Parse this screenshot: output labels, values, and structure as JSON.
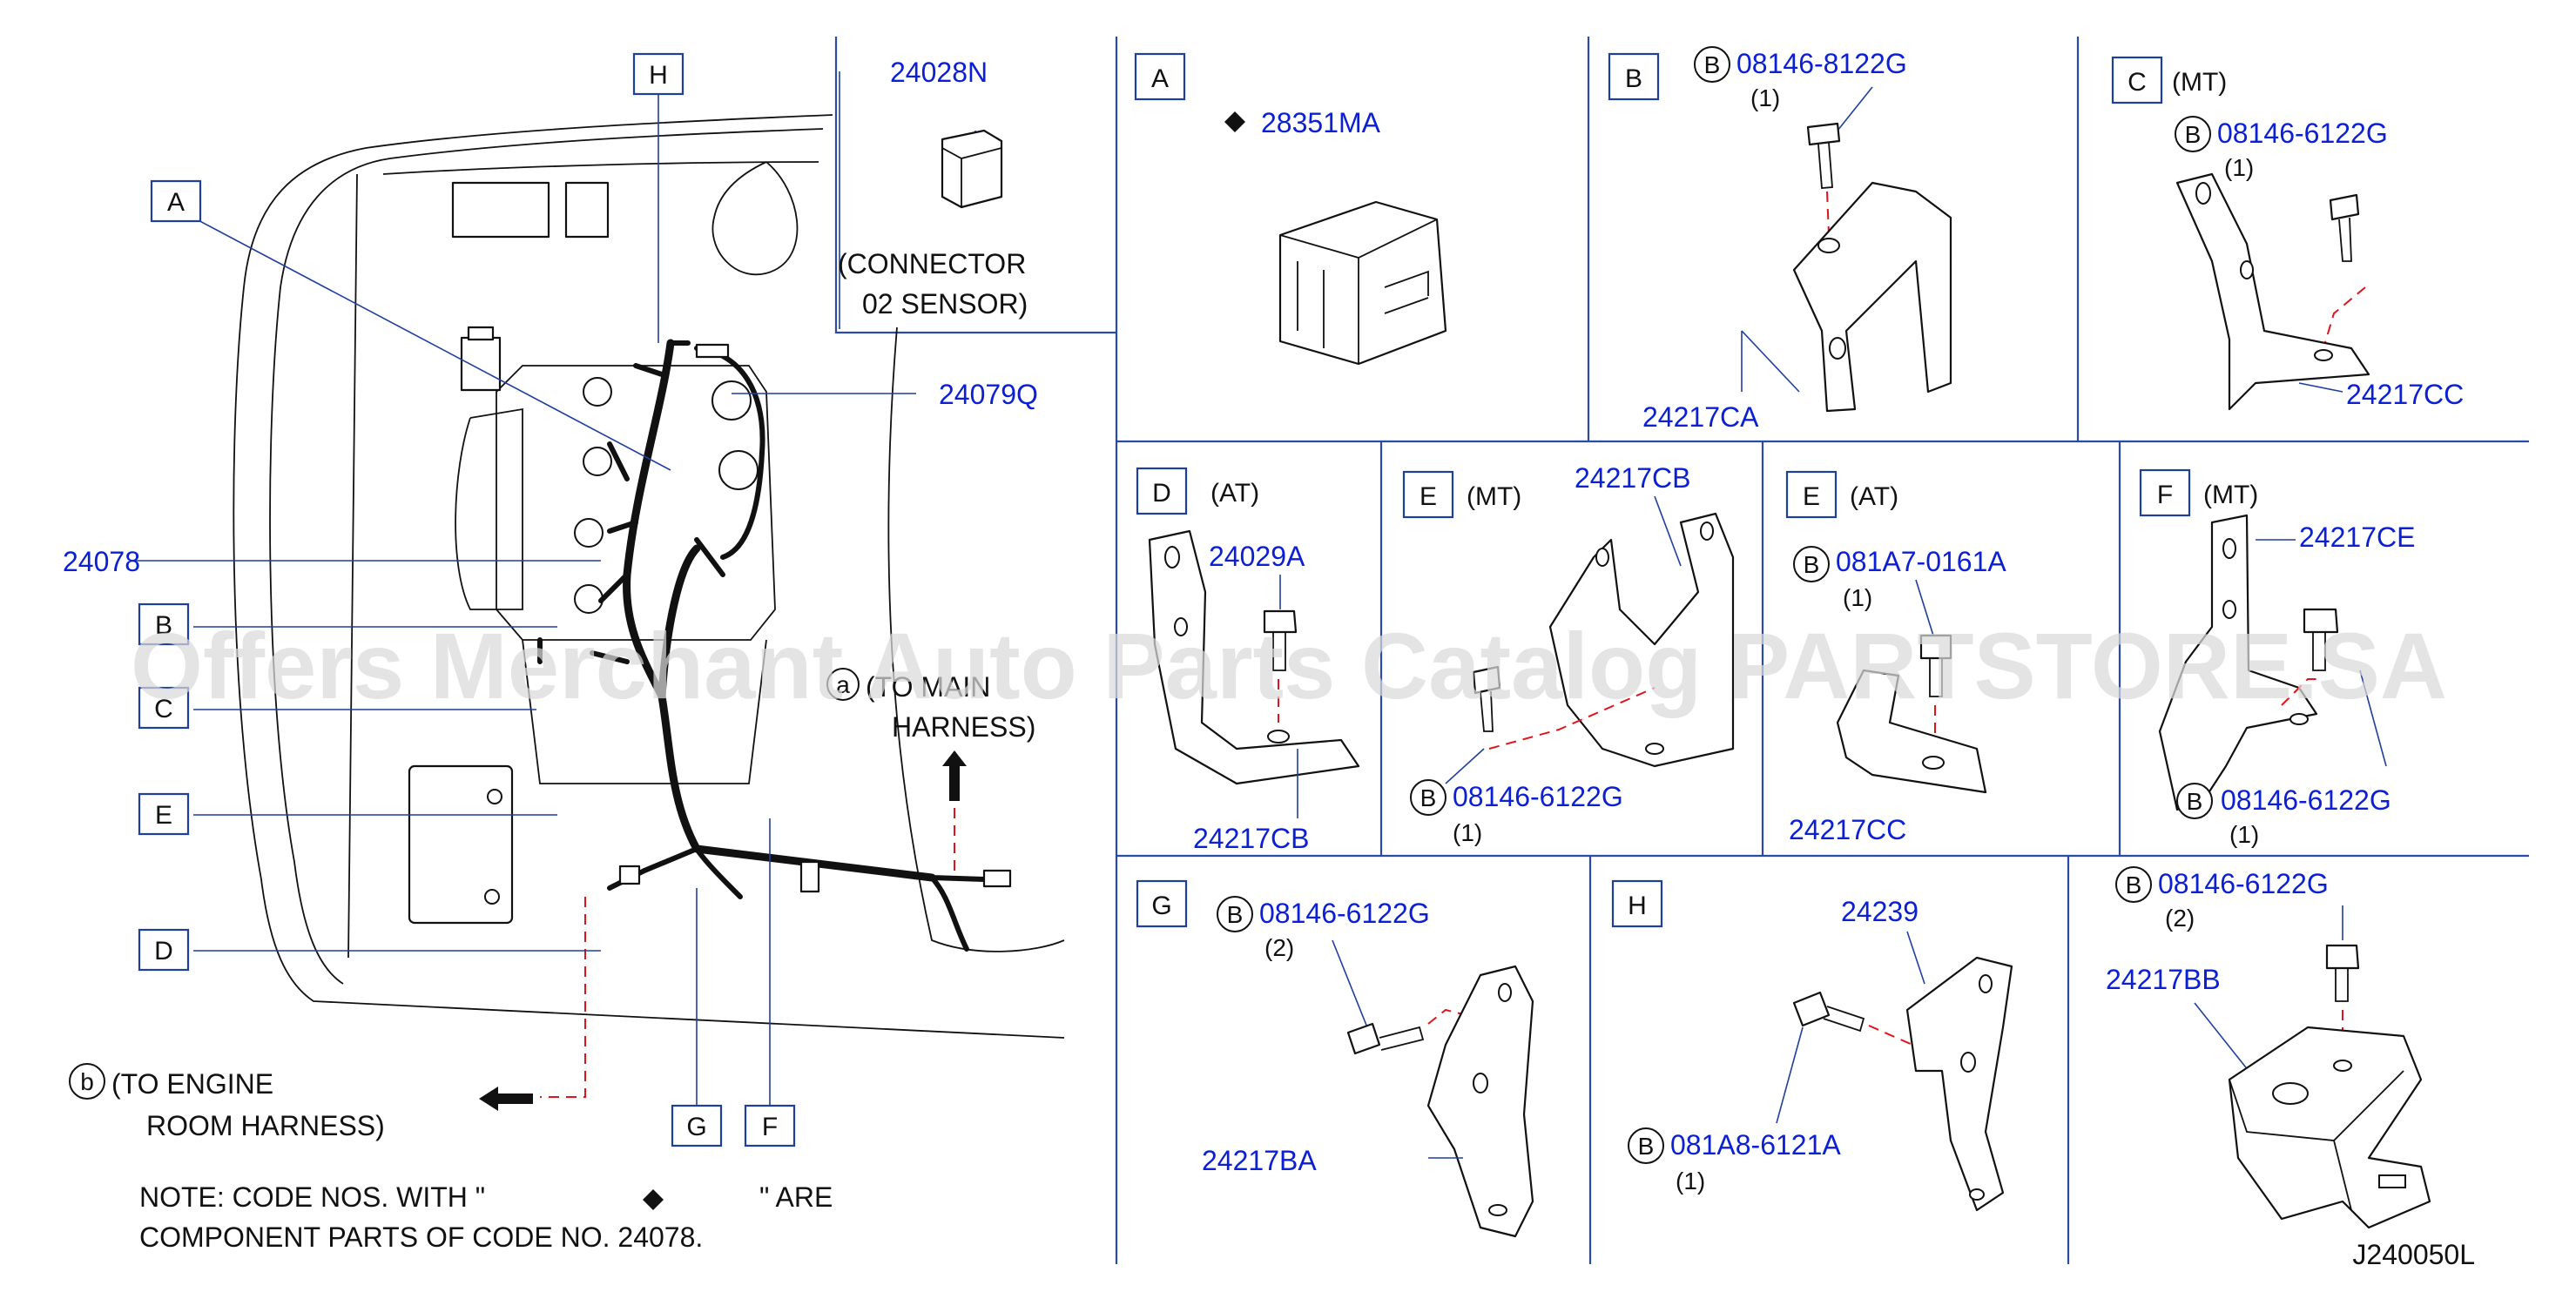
{
  "left_panel": {
    "callouts": {
      "H": "H",
      "A": "A",
      "B": "B",
      "C": "C",
      "E": "E",
      "D": "D",
      "G": "G",
      "F": "F"
    },
    "part_24028N": "24028N",
    "connector_note_1": "(CONNECTOR",
    "connector_note_2": "02  SENSOR)",
    "part_24079Q": "24079Q",
    "part_24078": "24078",
    "to_main_marker": "a",
    "to_main_1": "(TO  MAIN",
    "to_main_2": "HARNESS)",
    "to_engine_marker": "b",
    "to_engine_1": "(TO  ENGINE",
    "to_engine_2": "ROOM  HARNESS)",
    "note_line1_a": "NOTE:  CODE  NOS.  WITH  \"",
    "note_line1_b": "\"  ARE",
    "note_line2": "COMPONENT  PARTS  OF  CODE  NO.  24078."
  },
  "panels": {
    "A": {
      "label": "A",
      "part": "28351MA"
    },
    "B": {
      "label": "B",
      "bolt_marker": "B",
      "bolt": "08146-8122G",
      "qty": "(1)",
      "part": "24217CA"
    },
    "C": {
      "label": "C",
      "variant": "(MT)",
      "bolt_marker": "B",
      "bolt": "08146-6122G",
      "qty": "(1)",
      "part": "24217CC"
    },
    "D": {
      "label": "D",
      "variant": "(AT)",
      "bolt": "24029A",
      "part": "24217CB"
    },
    "E_MT": {
      "label": "E",
      "variant": "(MT)",
      "part": "24217CB",
      "bolt_marker": "B",
      "bolt": "08146-6122G",
      "qty": "(1)"
    },
    "E_AT": {
      "label": "E",
      "variant": "(AT)",
      "bolt_marker": "B",
      "bolt": "081A7-0161A",
      "qty": "(1)",
      "part": "24217CC"
    },
    "F": {
      "label": "F",
      "variant": "(MT)",
      "part": "24217CE",
      "bolt_marker": "B",
      "bolt": "08146-6122G",
      "qty": "(1)"
    },
    "G": {
      "label": "G",
      "bolt_marker": "B",
      "bolt": "08146-6122G",
      "qty": "(2)",
      "part": "24217BA"
    },
    "H": {
      "label": "H",
      "part": "24239",
      "bolt_marker": "B",
      "bolt": "081A8-6121A",
      "qty": "(1)"
    },
    "BB": {
      "bolt_marker": "B",
      "bolt": "08146-6122G",
      "qty": "(2)",
      "part": "24217BB"
    }
  },
  "diagram_code": "J240050L",
  "watermark": "Offers Merchant Auto Parts Catalog PARTSTORE.SA",
  "colors": {
    "label_blue": "#0a1fd6",
    "frame_blue": "#2a4aa8",
    "dash_red": "#e0151b"
  }
}
